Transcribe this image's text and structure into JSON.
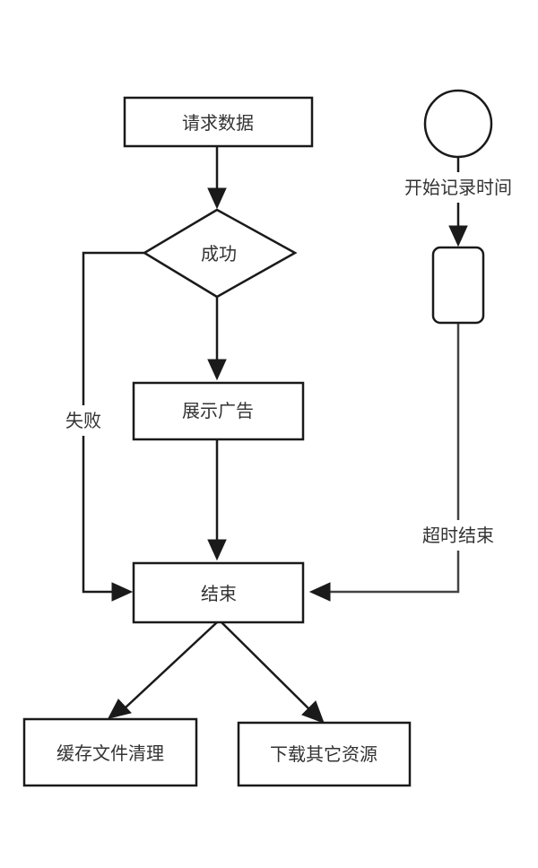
{
  "nodes": {
    "request_data": "请求数据",
    "success": "成功",
    "show_ad": "展示广告",
    "end": "结束",
    "clear_cache": "缓存文件清理",
    "download_resources": "下载其它资源",
    "start_timer_circle": "",
    "timer_box": ""
  },
  "edges": {
    "failure": "失败",
    "start_record_time": "开始记录时间",
    "timeout_end": "超时结束"
  }
}
